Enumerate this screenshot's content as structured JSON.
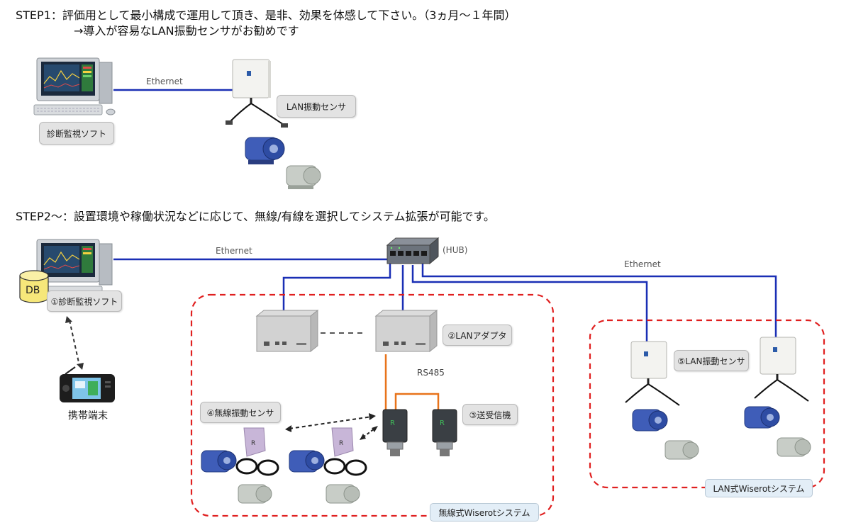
{
  "step1": {
    "heading": "STEP1：評価用として最小構成で運用して頂き、是非、効果を体感して下さい。（3ヵ月～１年間）",
    "subheading": "→導入が容易なLAN振動センサがお勧めです",
    "ethernet_label": "Ethernet",
    "lan_sensor_label": "LAN振動センサ",
    "software_label": "診断監視ソフト"
  },
  "step2": {
    "heading": "STEP2～：設置環境や稼働状況などに応じて、無線/有線を選択してシステム拡張が可能です。",
    "ethernet_label_left": "Ethernet",
    "ethernet_label_right": "Ethernet",
    "hub_label": "(HUB)",
    "db_label": "DB",
    "software_label": "①診断監視ソフト",
    "mobile_label": "携帯端末",
    "lan_adapter_label": "②LANアダプタ",
    "rs485_label": "RS485",
    "transceiver_label": "③送受信機",
    "wireless_sensor_label": "④無線振動センサ",
    "lan_sensor_label": "⑤LAN振動センサ",
    "wireless_system_label": "無線式Wiserotシステム",
    "lan_system_label": "LAN式Wiserotシステム"
  },
  "colors": {
    "ethernet_line": "#1a2fb5",
    "rs485_line": "#e8731a",
    "dashed_border": "#e02020",
    "label_bg": "#e3e3e3",
    "system_label_bg": "#e3eef7"
  }
}
